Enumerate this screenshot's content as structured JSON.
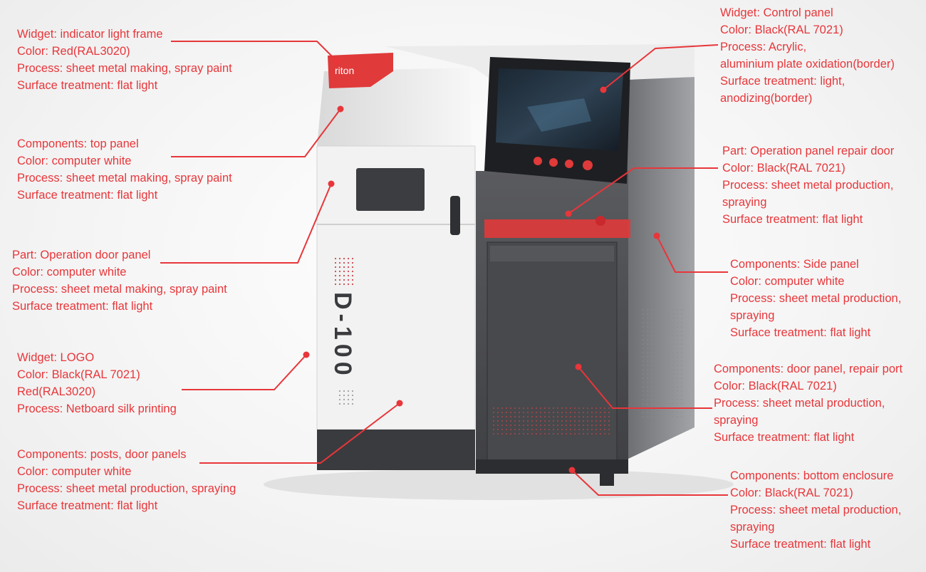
{
  "annotations": {
    "indicator_frame": [
      "Widget: indicator light frame",
      "Color: Red(RAL3020)",
      "Process: sheet metal making, spray paint",
      "Surface treatment: flat light"
    ],
    "top_panel": [
      "Components: top panel",
      "Color: computer white",
      "Process: sheet metal making, spray paint",
      "Surface treatment: flat light"
    ],
    "operation_door": [
      "Part: Operation door panel",
      "Color: computer white",
      "Process: sheet metal making, spray paint",
      "Surface treatment: flat light"
    ],
    "logo": [
      "Widget: LOGO",
      "Color: Black(RAL 7021)",
      "Red(RAL3020)",
      "Process: Netboard silk printing"
    ],
    "posts": [
      "Components: posts, door panels",
      "Color: computer white",
      "Process: sheet metal production, spraying",
      "Surface treatment: flat light"
    ],
    "control_panel": [
      "Widget: Control panel",
      "Color: Black(RAL 7021)",
      "Process: Acrylic,",
      "aluminium plate oxidation(border)",
      "Surface treatment: light,",
      "anodizing(border)"
    ],
    "repair_door": [
      "Part: Operation panel repair door",
      "Color: Black(RAL 7021)",
      "Process: sheet metal production,",
      "spraying",
      "Surface treatment: flat light"
    ],
    "side_panel": [
      "Components: Side panel",
      "Color: computer white",
      "Process: sheet metal production,",
      "spraying",
      "Surface treatment: flat light"
    ],
    "door_repair_port": [
      "Components: door panel, repair port",
      "Color: Black(RAL 7021)",
      "Process: sheet metal production,",
      "spraying",
      "Surface treatment: flat light"
    ],
    "bottom_enclosure": [
      "Components: bottom enclosure",
      "Color: Black(RAL 7021)",
      "Process: sheet metal production,",
      "spraying",
      "Surface treatment: flat light"
    ]
  },
  "machine": {
    "brand": "riton",
    "model": "D-100"
  },
  "colors": {
    "annotation": "#e8363a",
    "red_ral3020": "#e03a3a",
    "black_ral7021": "#4a4b4e",
    "computer_white": "#f2f2f2"
  }
}
